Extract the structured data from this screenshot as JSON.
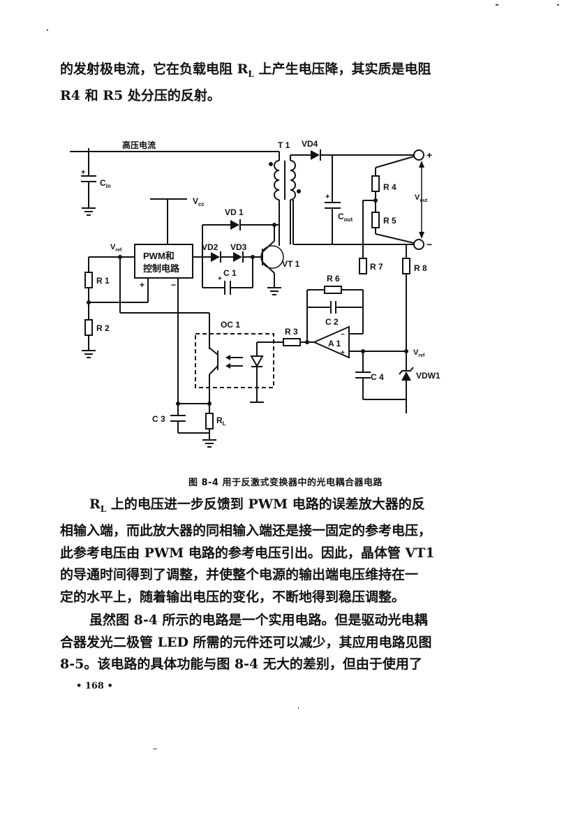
{
  "page": {
    "paragraph_1": [
      "的发射极电流，它在负载电阻 R",
      "L",
      " 上产生电压降，其实质是电阻",
      "R4 和 R5 处分压的反射。"
    ],
    "paragraph_2": [
      "R",
      "L",
      " 上的电压进一步反馈到 PWM 电路的误差放大器的反",
      "相输入端，而此放大器的同相输入端还是接一固定的参考电压，",
      "此参考电压由 PWM 电路的参考电压引出。因此，晶体管 VT1",
      "的导通时间得到了调整，并使整个电源的输出端电压维持在一",
      "定的水平上，随着输出电压的变化，不断地得到稳压调整。"
    ],
    "paragraph_3": [
      "虽然图 8-4 所示的电路是一个实用电路。但是驱动光电耦",
      "合器发光二极管 LED 所需的元件还可以减少，其应用电路见图",
      "8-5。该电路的具体功能与图 8-4 无大的差别，但由于使用了"
    ],
    "figure_caption": "图  8-4    用于反激式变换器中的光电耦合器电路",
    "page_number": "• 168 •"
  },
  "circuit": {
    "hv_input": "高压电流",
    "transformer": "T 1",
    "vd4": "VD4",
    "cin": "C",
    "cin_sub": "in",
    "vcc": "V",
    "vcc_sub": "cc",
    "vd1": "VD 1",
    "vd2": "VD2",
    "vd3": "VD3",
    "c1": "C 1",
    "vt1": "VT 1",
    "vref_left": "V",
    "vref_left_sub": "ref",
    "pwm_line1": "PWM和",
    "pwm_line2": "控制电路",
    "plus": "+",
    "minus": "−",
    "r1": "R 1",
    "r2": "R 2",
    "r3": "R 3",
    "r4": "R 4",
    "r5": "R 5",
    "r6": "R 6",
    "r7": "R 7",
    "r8": "R 8",
    "c2": "C 2",
    "c3": "C 3",
    "c4": "C 4",
    "cout": "C",
    "cout_sub": "out",
    "vout": "V",
    "vout_sub": "out",
    "oc1": "OC 1",
    "a1": "A 1",
    "rl": "R",
    "rl_sub": "L",
    "vref_right": "V",
    "vref_right_sub": "ref",
    "vdw1": "VDW1"
  }
}
